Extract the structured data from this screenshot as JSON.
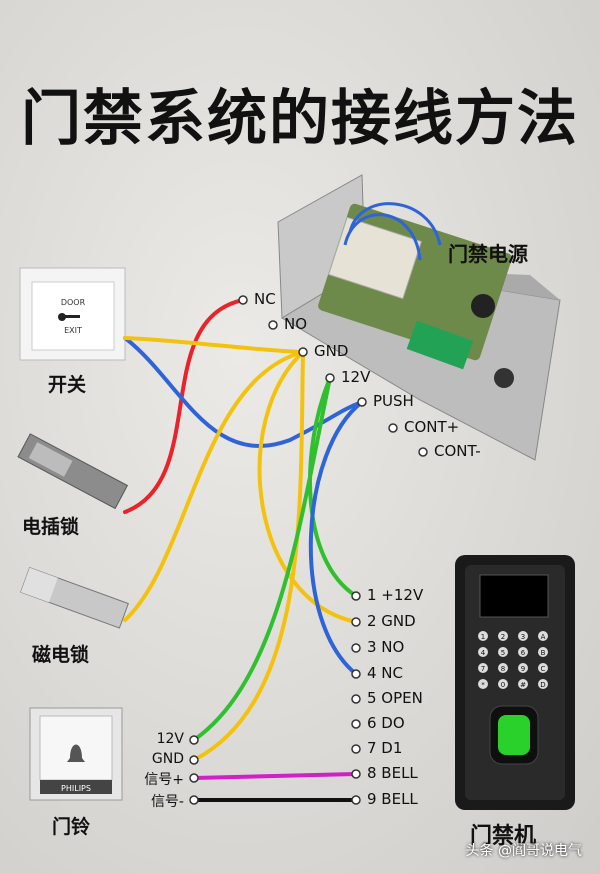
{
  "title": "门禁系统的接线方法",
  "devices": {
    "power_supply": "门禁电源",
    "switch": "开关",
    "electric_bolt": "电插锁",
    "mag_lock": "磁电锁",
    "doorbell": "门铃",
    "controller": "门禁机"
  },
  "exit_button_text": {
    "top": "DOOR",
    "bottom": "EXIT"
  },
  "doorbell_brand": "PHILIPS",
  "psu_terminals": [
    "NC",
    "NO",
    "GND",
    "12V",
    "PUSH",
    "CONT+",
    "CONT-"
  ],
  "bell_terminals": [
    "12V",
    "GND",
    "信号+",
    "信号-"
  ],
  "controller_pins": [
    "1 +12V",
    "2 GND",
    "3 NO",
    "4 NC",
    "5 OPEN",
    "6 DO",
    "7 D1",
    "8 BELL",
    "9 BELL"
  ],
  "keypad_keys": [
    "1",
    "2",
    "3",
    "A",
    "4",
    "5",
    "6",
    "B",
    "7",
    "8",
    "9",
    "C",
    "*",
    "0",
    "#",
    "D"
  ],
  "wire_colors": {
    "red": "#e8232a",
    "blue": "#2f64d8",
    "yellow": "#f3c20f",
    "green": "#2fbf2f",
    "magenta": "#d21fc7",
    "black": "#111111"
  },
  "watermark": "头条 @阎哥说电气"
}
